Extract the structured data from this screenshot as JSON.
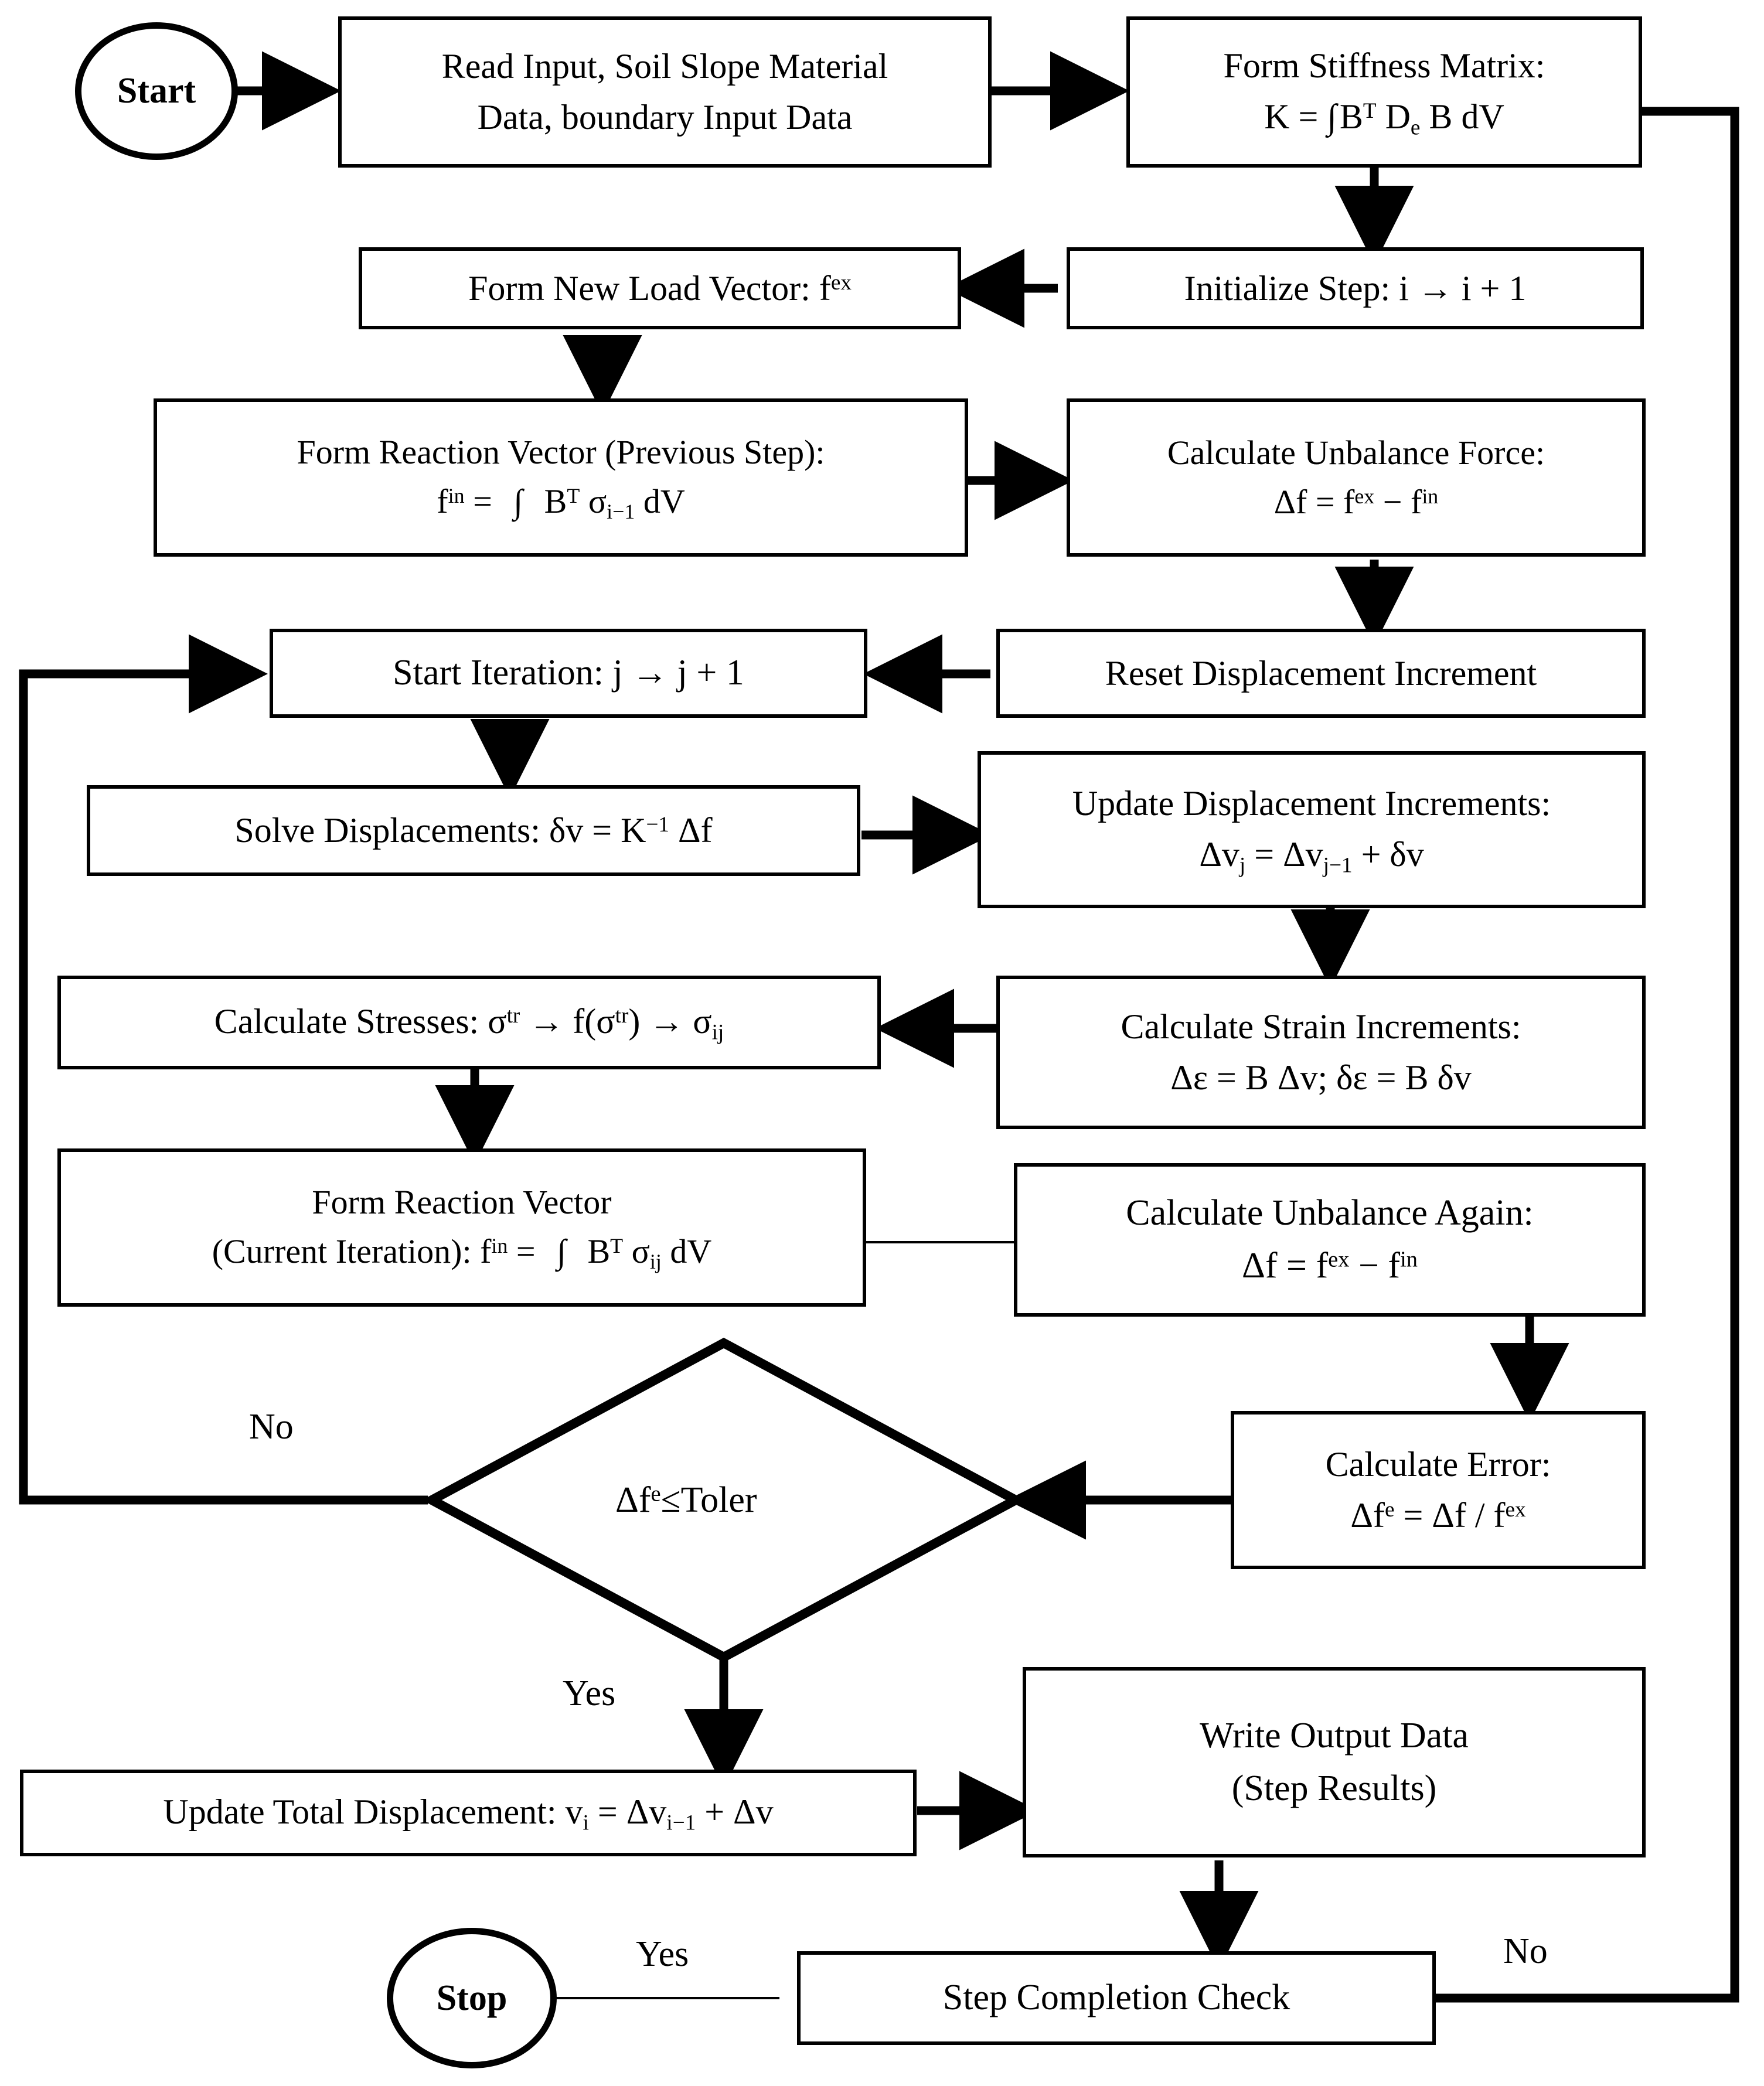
{
  "diagram": {
    "title": "Finite element incremental-iterative solution flowchart",
    "stroke_color": "#000000",
    "background_color": "#ffffff"
  },
  "nodes": {
    "start": {
      "label": "Start",
      "shape": "terminator"
    },
    "read_input": {
      "line1": "Read Input, Soil Slope Material",
      "line2": "Data, boundary Input Data",
      "shape": "process"
    },
    "stiffness": {
      "line1": "Form Stiffness Matrix:",
      "line2": "K = ∫ Bᵀ Dₑ B dV",
      "shape": "process"
    },
    "init_step": {
      "line1": "Initialize Step: i → i + 1",
      "shape": "process"
    },
    "load_vector": {
      "line1": "Form New Load Vector: fᵉˣ",
      "shape": "process"
    },
    "reaction_prev": {
      "line1": "Form Reaction Vector (Previous Step):",
      "line2": "fⁱⁿ = ∫ Bᵀ σᵢ₋₁ dV",
      "shape": "process"
    },
    "unbalance_force": {
      "line1": "Calculate Unbalance Force:",
      "line2": "Δf = fᵉˣ − fⁱⁿ",
      "shape": "process"
    },
    "reset_disp": {
      "line1": "Reset Displacement Increment",
      "shape": "process"
    },
    "start_iteration": {
      "line1": "Start Iteration: j → j + 1",
      "shape": "process"
    },
    "solve_disp": {
      "line1": "Solve Displacements: δv = K⁻¹ Δf",
      "shape": "process"
    },
    "update_disp_inc": {
      "line1": "Update Displacement Increments:",
      "line2": "Δvⱼ = Δvⱼ₋₁ + δv",
      "shape": "process"
    },
    "strain_inc": {
      "line1": "Calculate Strain Increments:",
      "line2": "Δε = B Δv; δε = B δv",
      "shape": "process"
    },
    "stresses": {
      "line1": "Calculate Stresses: σᵗʳ → f(σᵗʳ) → σᵢⱼ",
      "shape": "process"
    },
    "reaction_curr": {
      "line1": "Form Reaction Vector",
      "line2": "(Current Iteration): fⁱⁿ = ∫ Bᵀ σᵢⱼ dV",
      "shape": "process"
    },
    "unbalance_again": {
      "line1": "Calculate Unbalance Again:",
      "line2": "Δf = fᵉˣ − fⁱⁿ",
      "shape": "process"
    },
    "calc_error": {
      "line1": "Calculate Error:",
      "line2": "Δfᵉ = Δf / fᵉˣ",
      "shape": "process"
    },
    "tolerance_check": {
      "line1": "Δfᵉ≤Toler",
      "shape": "decision"
    },
    "update_total_disp": {
      "line1": "Update Total Displacement: vᵢ = Δvᵢ₋₁ + Δv",
      "shape": "process"
    },
    "write_output": {
      "line1": "Write Output Data",
      "line2": "(Step Results)",
      "shape": "process"
    },
    "step_completion": {
      "line1": "Step Completion Check",
      "shape": "process"
    },
    "stop": {
      "label": "Stop",
      "shape": "terminator"
    }
  },
  "edge_labels": {
    "tolerance_no": "No",
    "tolerance_yes": "Yes",
    "completion_yes": "Yes",
    "completion_no": "No"
  },
  "chart_data": {
    "type": "flowchart",
    "nodes": [
      "Start",
      "Read Input, Soil Slope Material Data, boundary Input Data",
      "Form Stiffness Matrix: K = ∫ Bᵀ Dₑ B dV",
      "Initialize Step: i → i + 1",
      "Form New Load Vector: fᵉˣ",
      "Form Reaction Vector (Previous Step): fⁱⁿ = ∫ Bᵀ σᵢ₋₁ dV",
      "Calculate Unbalance Force: Δf = fᵉˣ − fⁱⁿ",
      "Reset Displacement Increment",
      "Start Iteration: j → j + 1",
      "Solve Displacements: δv = K⁻¹ Δf",
      "Update Displacement Increments: Δvⱼ = Δvⱼ₋₁ + δv",
      "Calculate Strain Increments: Δε = B Δv; δε = B δv",
      "Calculate Stresses: σᵗʳ → f(σᵗʳ) → σᵢⱼ",
      "Form Reaction Vector (Current Iteration): fⁱⁿ = ∫ Bᵀ σᵢⱼ dV",
      "Calculate Unbalance Again: Δf = fᵉˣ − fⁱⁿ",
      "Calculate Error: Δfᵉ = Δf / fᵉˣ",
      "Δfᵉ≤Toler",
      "Update Total Displacement: vᵢ = Δvᵢ₋₁ + Δv",
      "Write Output Data (Step Results)",
      "Step Completion Check",
      "Stop"
    ],
    "edges": [
      {
        "from": "Start",
        "to": "Read Input",
        "label": ""
      },
      {
        "from": "Read Input",
        "to": "Form Stiffness Matrix",
        "label": ""
      },
      {
        "from": "Form Stiffness Matrix",
        "to": "Initialize Step",
        "label": ""
      },
      {
        "from": "Initialize Step",
        "to": "Form New Load Vector",
        "label": ""
      },
      {
        "from": "Form New Load Vector",
        "to": "Form Reaction Vector (Previous Step)",
        "label": ""
      },
      {
        "from": "Form Reaction Vector (Previous Step)",
        "to": "Calculate Unbalance Force",
        "label": ""
      },
      {
        "from": "Calculate Unbalance Force",
        "to": "Reset Displacement Increment",
        "label": ""
      },
      {
        "from": "Reset Displacement Increment",
        "to": "Start Iteration",
        "label": ""
      },
      {
        "from": "Start Iteration",
        "to": "Solve Displacements",
        "label": ""
      },
      {
        "from": "Solve Displacements",
        "to": "Update Displacement Increments",
        "label": ""
      },
      {
        "from": "Update Displacement Increments",
        "to": "Calculate Strain Increments",
        "label": ""
      },
      {
        "from": "Calculate Strain Increments",
        "to": "Calculate Stresses",
        "label": ""
      },
      {
        "from": "Calculate Stresses",
        "to": "Form Reaction Vector (Current Iteration)",
        "label": ""
      },
      {
        "from": "Form Reaction Vector (Current Iteration)",
        "to": "Calculate Unbalance Again",
        "label": ""
      },
      {
        "from": "Calculate Unbalance Again",
        "to": "Calculate Error",
        "label": ""
      },
      {
        "from": "Calculate Error",
        "to": "Δfᵉ≤Toler",
        "label": ""
      },
      {
        "from": "Δfᵉ≤Toler",
        "to": "Start Iteration",
        "label": "No"
      },
      {
        "from": "Δfᵉ≤Toler",
        "to": "Update Total Displacement",
        "label": "Yes"
      },
      {
        "from": "Update Total Displacement",
        "to": "Write Output Data",
        "label": ""
      },
      {
        "from": "Write Output Data",
        "to": "Step Completion Check",
        "label": ""
      },
      {
        "from": "Step Completion Check",
        "to": "Stop",
        "label": "Yes"
      },
      {
        "from": "Step Completion Check",
        "to": "Initialize Step",
        "label": "No"
      }
    ]
  }
}
